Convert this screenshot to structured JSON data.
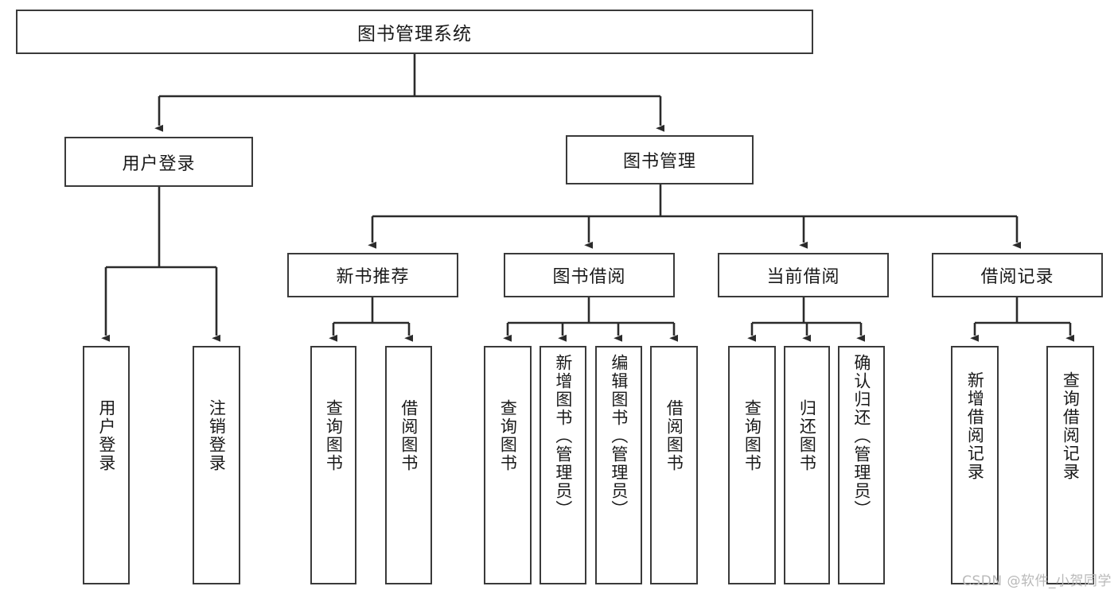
{
  "diagram": {
    "type": "tree-hierarchy",
    "title": "图书管理系统",
    "background_color": "#ffffff",
    "box_border_color": "#3a3a3a",
    "connector_color": "#2b2b2b",
    "root": {
      "label": "图书管理系统",
      "id": "root"
    },
    "level2": [
      {
        "id": "user-login",
        "label": "用户登录"
      },
      {
        "id": "book-manage",
        "label": "图书管理"
      }
    ],
    "level3": [
      {
        "id": "new-book-rec",
        "label": "新书推荐",
        "parent": "book-manage"
      },
      {
        "id": "book-borrow",
        "label": "图书借阅",
        "parent": "book-manage"
      },
      {
        "id": "current-borrow",
        "label": "当前借阅",
        "parent": "book-manage"
      },
      {
        "id": "borrow-record",
        "label": "借阅记录",
        "parent": "book-manage"
      }
    ],
    "leaves": [
      {
        "id": "leaf-user-login",
        "label": "用户登录",
        "parent": "user-login"
      },
      {
        "id": "leaf-logout-login",
        "label": "注销登录",
        "parent": "user-login"
      },
      {
        "id": "leaf-query-book-1",
        "label": "查询图书",
        "parent": "new-book-rec"
      },
      {
        "id": "leaf-borrow-book-1",
        "label": "借阅图书",
        "parent": "new-book-rec"
      },
      {
        "id": "leaf-query-book-2",
        "label": "查询图书",
        "parent": "book-borrow"
      },
      {
        "id": "leaf-add-book",
        "label": "新增图书（管理员）",
        "parent": "book-borrow"
      },
      {
        "id": "leaf-edit-book",
        "label": "编辑图书（管理员）",
        "parent": "book-borrow"
      },
      {
        "id": "leaf-borrow-book-2",
        "label": "借阅图书",
        "parent": "book-borrow"
      },
      {
        "id": "leaf-query-book-3",
        "label": "查询图书",
        "parent": "current-borrow"
      },
      {
        "id": "leaf-return-book",
        "label": "归还图书",
        "parent": "current-borrow"
      },
      {
        "id": "leaf-confirm-return",
        "label": "确认归还（管理员）",
        "parent": "current-borrow"
      },
      {
        "id": "leaf-add-record",
        "label": "新增借阅记录",
        "parent": "borrow-record"
      },
      {
        "id": "leaf-query-record",
        "label": "查询借阅记录",
        "parent": "borrow-record"
      }
    ],
    "watermark": "CSDN @软件_小贺同学"
  }
}
